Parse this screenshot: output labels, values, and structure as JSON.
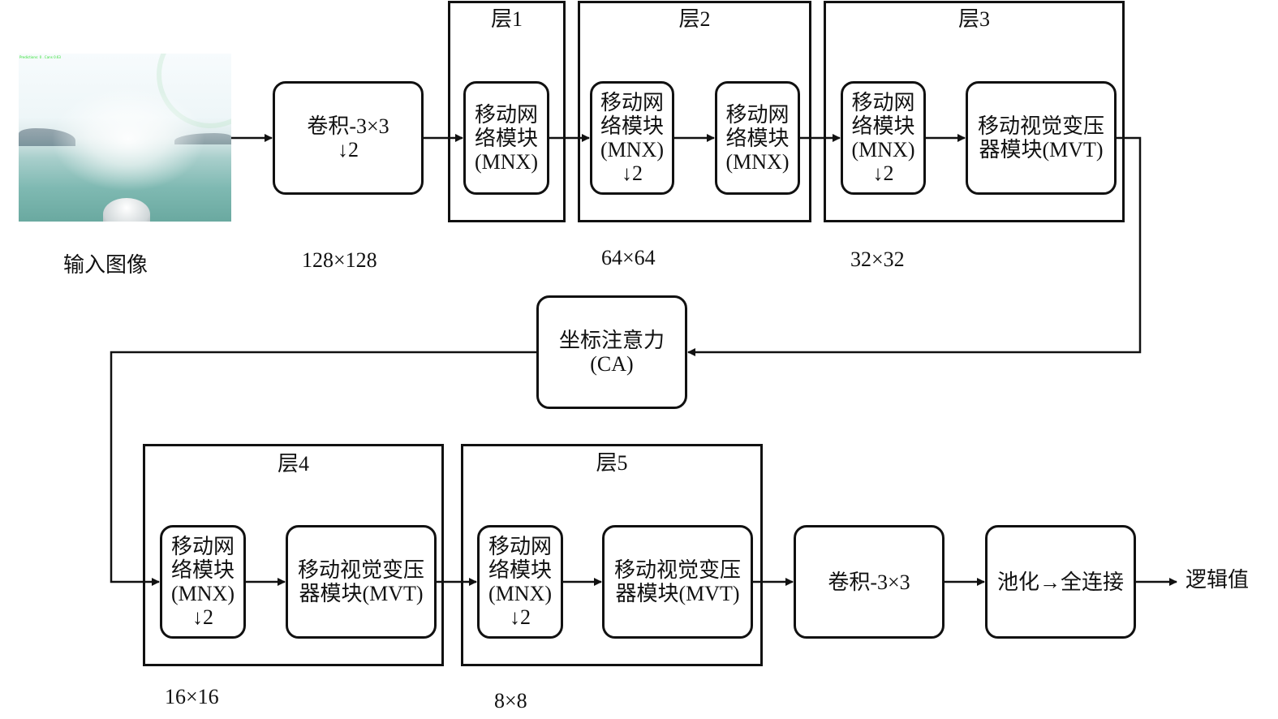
{
  "input": {
    "label": "输入图像",
    "stamp": "Predictions: 0 . Cans 0.63"
  },
  "sizes": {
    "s1": "128×128",
    "s2": "64×64",
    "s3": "32×32",
    "s4": "16×16",
    "s5": "8×8"
  },
  "stem": {
    "label": "卷积-3×3\n↓2"
  },
  "layers": {
    "l1": {
      "title": "层1",
      "b1": "移动网\n络模块\n(MNX)"
    },
    "l2": {
      "title": "层2",
      "b1": "移动网\n络模块\n(MNX)\n↓2",
      "b2": "移动网\n络模块\n(MNX)"
    },
    "l3": {
      "title": "层3",
      "b1": "移动网\n络模块\n(MNX)\n↓2",
      "b2": "移动视觉变压\n器模块(MVT)"
    },
    "l4": {
      "title": "层4",
      "b1": "移动网\n络模块\n(MNX)\n↓2",
      "b2": "移动视觉变压\n器模块(MVT)"
    },
    "l5": {
      "title": "层5",
      "b1": "移动网\n络模块\n(MNX)\n↓2",
      "b2": "移动视觉变压\n器模块(MVT)"
    }
  },
  "ca": {
    "label": "坐标注意力\n(CA)"
  },
  "head": {
    "conv": "卷积-3×3",
    "pool": "池化→全连接",
    "out": "逻辑值"
  }
}
